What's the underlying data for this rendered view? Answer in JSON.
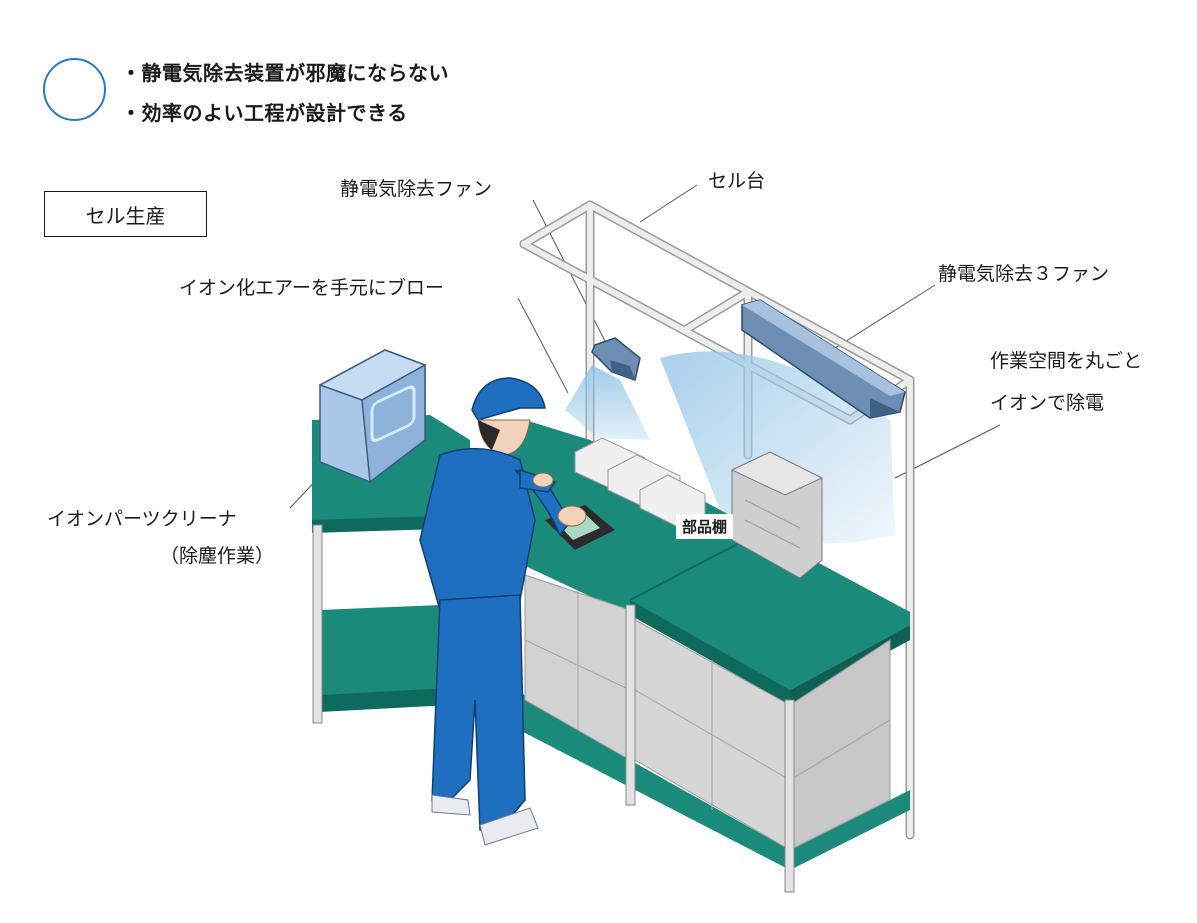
{
  "header": {
    "points": [
      "・静電気除去装置が邪魔にならない",
      "・効率のよい工程が設計できる"
    ]
  },
  "scene_title": "セル生産",
  "callouts": {
    "fan": "静電気除去ファン",
    "cell_table": "セル台",
    "ion_air": "イオン化エアーを手元にブロー",
    "three_fan": "静電気除去３ファン",
    "workspace_line1": "作業空間を丸ごと",
    "workspace_line2": "イオンで除電",
    "cleaner_line1": "イオンパーツクリーナ",
    "cleaner_line2": "（除塵作業）",
    "parts_shelf": "部品棚"
  },
  "colors": {
    "accent_blue": "#2a78c2",
    "bench_green": "#1a8a7a",
    "worker_blue": "#1f6fc0",
    "ion_blue": "#8fc3e6"
  }
}
